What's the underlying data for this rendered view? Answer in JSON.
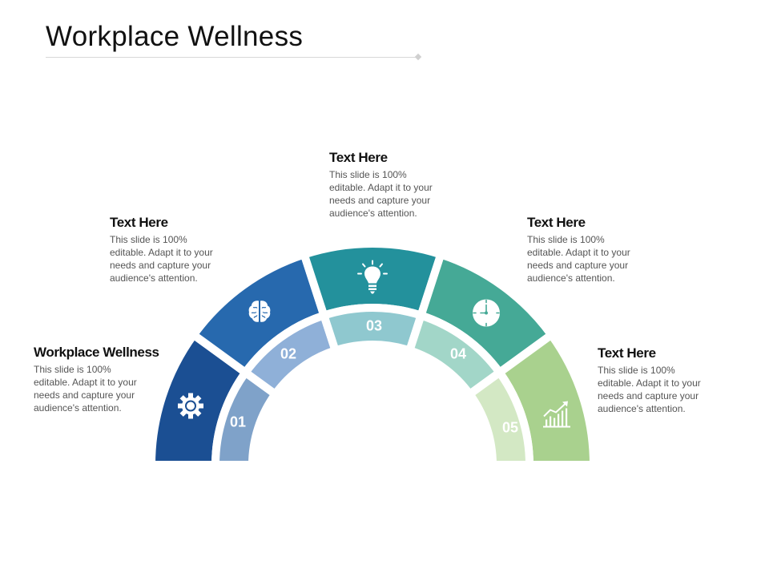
{
  "title": "Workplace Wellness",
  "segments": [
    {
      "number": "01",
      "heading": "Workplace Wellness",
      "body": "This slide is 100% editable. Adapt it to your needs and capture your audience's attention.",
      "icon": "gear-icon",
      "outer_color": "#1b4f93",
      "inner_color": "#7fa2c9"
    },
    {
      "number": "02",
      "heading": "Text Here",
      "body": "This slide is 100% editable. Adapt it to your needs and capture your audience's attention.",
      "icon": "brain-icon",
      "outer_color": "#2769ae",
      "inner_color": "#8fb0d8"
    },
    {
      "number": "03",
      "heading": "Text Here",
      "body": "This slide is 100% editable. Adapt it to your needs and capture your audience's attention.",
      "icon": "lightbulb-icon",
      "outer_color": "#23919c",
      "inner_color": "#8fc8cf"
    },
    {
      "number": "04",
      "heading": "Text Here",
      "body": "This slide is 100% editable. Adapt it to your needs and capture your audience's attention.",
      "icon": "clock-icon",
      "outer_color": "#45a996",
      "inner_color": "#a2d6c8"
    },
    {
      "number": "05",
      "heading": "Text Here",
      "body": "This slide is 100% editable. Adapt it to your needs and capture your audience's attention.",
      "icon": "growth-chart-icon",
      "outer_color": "#a9d18e",
      "inner_color": "#d3e8c4"
    }
  ]
}
